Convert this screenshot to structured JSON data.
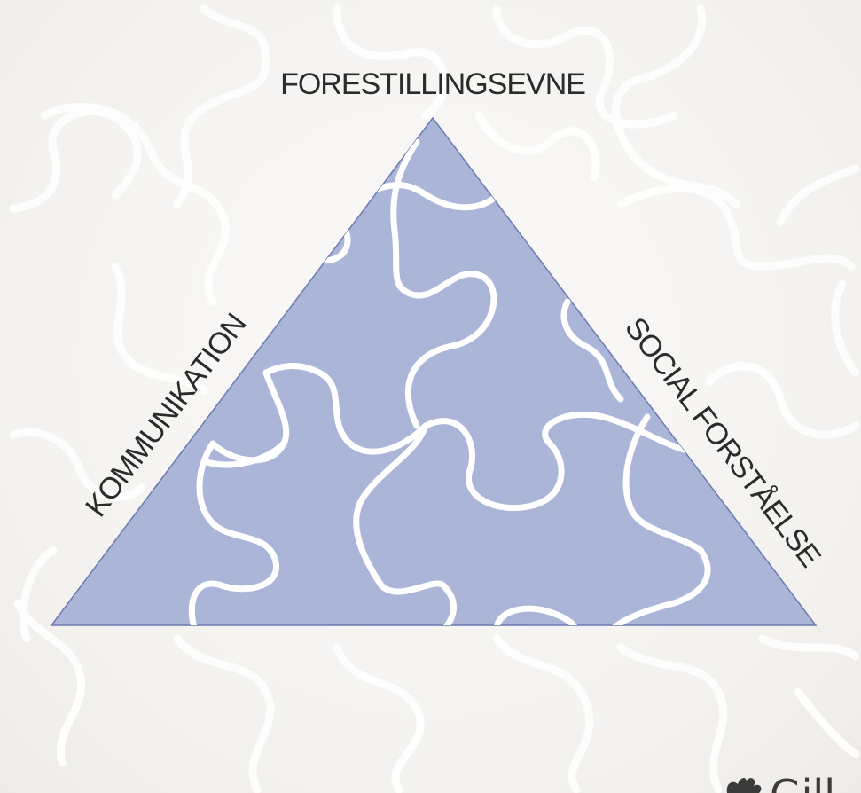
{
  "diagram": {
    "top_label": "FORESTILLINGSEVNE",
    "left_label": "KOMMUNIKATION",
    "right_label": "SOCIAL FORSTÅELSE"
  },
  "logo": {
    "text": "Gill"
  },
  "colors": {
    "triangle_fill": "#aab5d8",
    "triangle_stroke": "#6b7bb3",
    "puzzle_line": "#ffffff",
    "background": "#f6f4f1"
  }
}
